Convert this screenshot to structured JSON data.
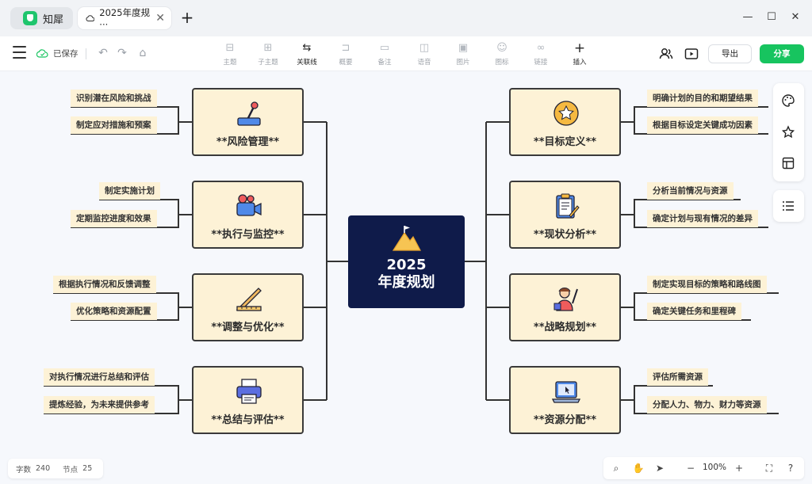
{
  "app": {
    "name": "知犀"
  },
  "tab": {
    "title": "2025年度规···"
  },
  "toolbar": {
    "saved": "已保存",
    "tools": [
      {
        "label": "主题",
        "icon": "topic-icon",
        "active": false
      },
      {
        "label": "子主题",
        "icon": "subtopic-icon",
        "active": false
      },
      {
        "label": "关联线",
        "icon": "relation-line-icon",
        "active": true
      },
      {
        "label": "概要",
        "icon": "summary-icon",
        "active": false
      },
      {
        "label": "备注",
        "icon": "note-icon",
        "active": false
      },
      {
        "label": "语音",
        "icon": "voice-icon",
        "active": false
      },
      {
        "label": "图片",
        "icon": "image-icon",
        "active": false
      },
      {
        "label": "图标",
        "icon": "emoji-icon",
        "active": false
      },
      {
        "label": "链接",
        "icon": "link-icon",
        "active": false
      },
      {
        "label": "插入",
        "icon": "insert-icon",
        "active": true
      }
    ],
    "export": "导出",
    "share": "分享"
  },
  "mindmap": {
    "root": {
      "year": "2025",
      "title": "年度规划"
    },
    "left": [
      {
        "title": "**风险管理**",
        "icon": "joystick-icon",
        "subs": [
          "识别潜在风险和挑战",
          "制定应对措施和预案"
        ]
      },
      {
        "title": "**执行与监控**",
        "icon": "video-camera-icon",
        "subs": [
          "制定实施计划",
          "定期监控进度和效果"
        ]
      },
      {
        "title": "**调整与优化**",
        "icon": "ruler-icon",
        "subs": [
          "根据执行情况和反馈调整",
          "优化策略和资源配置"
        ]
      },
      {
        "title": "**总结与评估**",
        "icon": "printer-icon",
        "subs": [
          "对执行情况进行总结和评估",
          "提炼经验，为未来提供参考"
        ]
      }
    ],
    "right": [
      {
        "title": "**目标定义**",
        "icon": "star-badge-icon",
        "subs": [
          "明确计划的目的和期望结果",
          "根据目标设定关键成功因素"
        ]
      },
      {
        "title": "**现状分析**",
        "icon": "clipboard-icon",
        "subs": [
          "分析当前情况与资源",
          "确定计划与现有情况的差异"
        ]
      },
      {
        "title": "**战略规划**",
        "icon": "teacher-icon",
        "subs": [
          "制定实现目标的策略和路线图",
          "确定关键任务和里程碑"
        ]
      },
      {
        "title": "**资源分配**",
        "icon": "laptop-icon",
        "subs": [
          "评估所需资源",
          "分配人力、物力、财力等资源"
        ]
      }
    ]
  },
  "status": {
    "words_label": "字数",
    "words": "240",
    "nodes_label": "节点",
    "nodes": "25"
  },
  "zoom": {
    "value": "100%"
  },
  "colors": {
    "root_bg": "#0f1b4a",
    "topic_bg": "#fdf2d6",
    "accent": "#17c45f"
  }
}
